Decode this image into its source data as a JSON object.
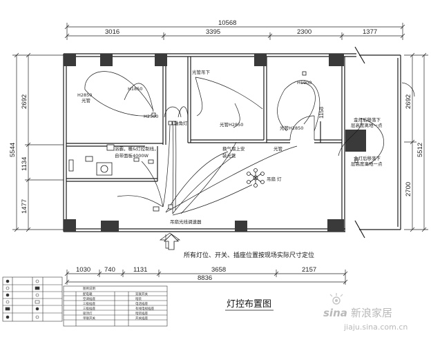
{
  "dimensions": {
    "top_total": "10568",
    "top_segments": [
      "3016",
      "3395",
      "2300",
      "1377"
    ],
    "bottom_segments": [
      "1030",
      "740",
      "1131",
      "3658",
      "2157"
    ],
    "bottom_total": "8836",
    "left_outer": "5544",
    "left_segments": [
      "2692",
      "1134",
      "1477"
    ],
    "right_outer": "5512",
    "right_segments": [
      "2692",
      "2700"
    ],
    "mid_vertical": "1158"
  },
  "labels": {
    "bath_fixture": "浴霸，暖&灯控制线，",
    "bath_fixture_2": "自带面板4000W",
    "fan_light": "吊扇 灯",
    "vent_light": "换气扇上安",
    "vent_light_2": "装光管",
    "fan_wire": "吊扇光线调速器",
    "light_tube_1": "光管",
    "light_tube_2": "光管",
    "light_tube_3": "光管",
    "h1": "H1850",
    "h2": "H2500",
    "h3": "H2850",
    "h4": "H1900",
    "h5": "光管H2850",
    "h6": "光管H2850",
    "h7": "光管吊下",
    "h8": "轴角灯",
    "right_note_1": "金灯后移落下",
    "right_note_2": "层高度离地一点",
    "right_note_3": "金灯后移落下",
    "right_note_4": "层高度离地一点"
  },
  "note": "所有灯位、开关、插座位置按现场实际尺寸定位",
  "title": "灯控布置图",
  "legend": {
    "header": "图例说明",
    "rows": [
      [
        "配电箱",
        "双联开关"
      ],
      [
        "空调插座",
        "暗装"
      ],
      [
        "三极插座",
        "电话插座"
      ],
      [
        "三极插座",
        "有线电视插座"
      ],
      [
        "吸顶灯",
        "暗装插座"
      ],
      [
        "单联开关",
        "开关插座"
      ]
    ]
  },
  "watermark": {
    "brand": "sina",
    "brand_cn": "新浪家居",
    "url": "jiaju.sina.com.cn"
  },
  "colors": {
    "line": "#1a1a1a",
    "column": "#3a3a3a",
    "watermark": "#b9b9b9"
  }
}
